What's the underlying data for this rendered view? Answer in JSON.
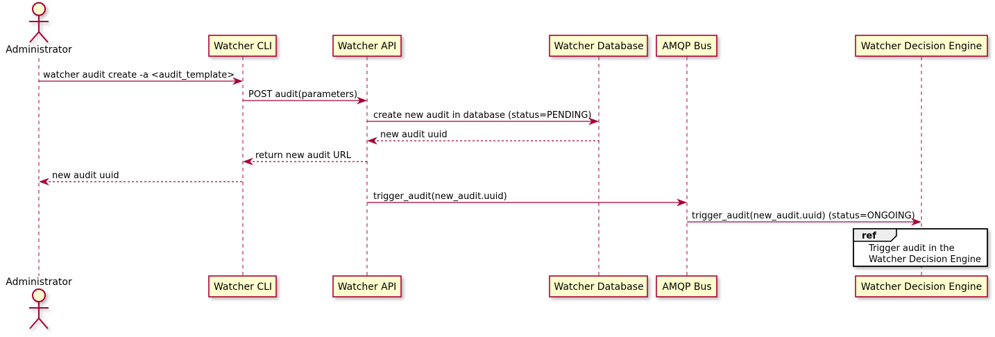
{
  "diagram": {
    "type": "sequence-diagram",
    "actor": {
      "label": "Administrator"
    },
    "participants": [
      {
        "label": "Watcher CLI"
      },
      {
        "label": "Watcher API"
      },
      {
        "label": "Watcher Database"
      },
      {
        "label": "AMQP Bus"
      },
      {
        "label": "Watcher Decision Engine"
      }
    ],
    "messages": [
      {
        "text": "watcher audit create -a <audit_template>",
        "from": "Administrator",
        "to": "Watcher CLI",
        "style": "solid"
      },
      {
        "text": "POST audit(parameters)",
        "from": "Watcher CLI",
        "to": "Watcher API",
        "style": "solid"
      },
      {
        "text": "create new audit in database (status=PENDING)",
        "from": "Watcher API",
        "to": "Watcher Database",
        "style": "solid"
      },
      {
        "text": "new audit uuid",
        "from": "Watcher Database",
        "to": "Watcher API",
        "style": "dashed"
      },
      {
        "text": "return new audit URL",
        "from": "Watcher API",
        "to": "Watcher CLI",
        "style": "dashed"
      },
      {
        "text": "new audit uuid",
        "from": "Watcher CLI",
        "to": "Administrator",
        "style": "dashed"
      },
      {
        "text": "trigger_audit(new_audit.uuid)",
        "from": "Watcher API",
        "to": "AMQP Bus",
        "style": "solid"
      },
      {
        "text": "trigger_audit(new_audit.uuid) (status=ONGOING)",
        "from": "AMQP Bus",
        "to": "Watcher Decision Engine",
        "style": "solid"
      }
    ],
    "ref_fragment": {
      "keyword": "ref",
      "over": "Watcher Decision Engine",
      "lines": [
        "Trigger audit in the",
        "Watcher Decision Engine"
      ]
    },
    "colors": {
      "participant_fill": "#fefece",
      "stroke": "#a80036",
      "lifeline": "#a80036",
      "arrow": "#a80036",
      "text": "#000000",
      "ref_tab_fill": "#eeeeee",
      "ref_border": "#000000",
      "background": "#ffffff"
    }
  }
}
